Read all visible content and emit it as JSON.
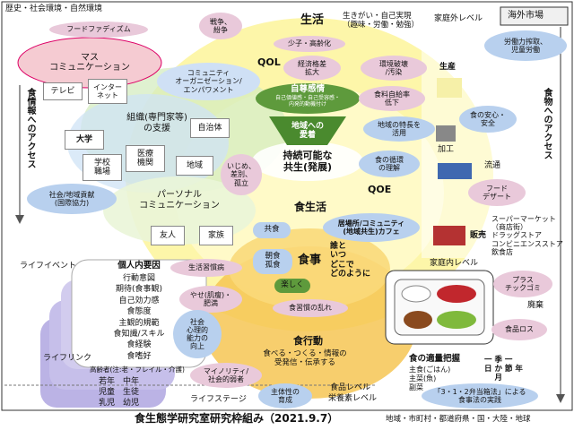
{
  "title": "食生態学研究室研究枠組み（2021.9.7）",
  "corners": {
    "top_left": "歴史・社会環境・自然環境",
    "top_right_header": "海外市場",
    "bottom_right": "地域・市町村・都道府県・国・大陸・地球"
  },
  "side_labels": {
    "left": "食情報へのアクセス",
    "right": "食物へのアクセス"
  },
  "upper_left": {
    "food_fadism": "フードファディズム",
    "mass_comm": "マス\nコミュニケーション",
    "tv": "テレビ",
    "internet": "インター\nネット",
    "community_org": "コミュニティ\nオーガニゼーション/\nエンパワメント",
    "org_support": "組織(専門家等)\nの支援",
    "university": "大学",
    "school": "学校\n職場",
    "medical": "医療\n機関",
    "local_gov": "自治体",
    "region": "地域",
    "social_contrib": "社会/地域貢献\n(国際協力)",
    "personal_comm": "パーソナル\nコミュニケーション",
    "friends": "友人",
    "family": "家族"
  },
  "center": {
    "war": "戦争、\n紛争",
    "life": "生活",
    "purpose": "生きがい・自己実現\n（趣味・労働・勉強）",
    "aging": "少子・高齢化",
    "qol": "QOL",
    "economic_gap": "経済格差\n拡大",
    "env_destruction": "環境破壊\n/汚染",
    "self_esteem": "自尊感情",
    "self_esteem_sub": "自己価値感・自己受容感・\n内発的動機付け",
    "self_sufficiency": "食料自給率\n低下",
    "local_love": "地域への\n愛着",
    "use_features": "地域の特長を\n活用",
    "bullying": "いじめ、\n差別、\n孤立",
    "sustainable": "持続可能な\n共生(発展)",
    "food_cycle": "食の循環\nの理解",
    "qoe": "QOE",
    "food_life": "食生活",
    "cafe": "居場所/コミュニティ\n(地域共生)カフェ",
    "kyoshoku": "共食",
    "koshoku": "朝食\n孤食",
    "meal": "食事",
    "who_when": "誰と\nいつ\nどこで\nどのように",
    "enjoy": "楽しく",
    "disorder": "食習慣の乱れ",
    "lifestyle_disease": "生活習慣病",
    "thin_obese": "やせ(肌瘦)・\n肥満",
    "social_psy": "社会\n心理的\n能力の\n向上",
    "food_behavior": "食行動",
    "eat_make": "食べる・つくる・情報の\n受発信・伝承する",
    "minority": "マイノリティ/\n社会的弱者",
    "agency": "主体性の\n育成",
    "food_level": "食品レベル",
    "nutrient_level": "栄養素レベル"
  },
  "personal": {
    "header": "個人内要因",
    "items": [
      "行動意図",
      "期待(食事観)",
      "自己効力感",
      "食態度",
      "主観的規範",
      "食知識/スキル",
      "食経験",
      "食嗜好"
    ]
  },
  "life_labels": {
    "life_event": "ライフイベント",
    "life_link": "ライフリンク",
    "life_stage": "ライフステージ",
    "elderly": "高齢者(注:老・フレイル・介護)",
    "young_mid": "若年　中年",
    "child_student": "児童　生徒",
    "infant_young": "乳児　幼児"
  },
  "right_side": {
    "outside_home": "家庭外レベル",
    "labor_exploit": "労働力搾取、\n児童労働",
    "production": "生産",
    "food_safety": "食の安心・\n安全",
    "processing": "加工",
    "distribution": "流通",
    "food_desert": "フード\nデザート",
    "stores": "スーパーマーケット\n（商店街）\nドラッグストア\nコンビニエンスストア\n飲食店",
    "sales": "販売",
    "home_level": "家庭内レベル",
    "plastic": "プラス\nチックゴミ",
    "waste": "廃棄",
    "food_loss": "食品ロス"
  },
  "portion": {
    "title": "食の適量把握",
    "lines": [
      "主食(ごはん)",
      "主菜(魚)",
      "副菜"
    ],
    "time_units": [
      "一 季 一",
      "日 か 節 年",
      "　 月"
    ],
    "practice": "「3・1・2弁当箱法」による\n食事法の実践"
  },
  "colors": {
    "yellow": "#fdf5a0",
    "green": "#5e9a3c",
    "blue_cloud": "#b8d0ee",
    "pink_cloud": "#e9c9da",
    "purple": "#cdc5ec",
    "orange": "#f6c653"
  }
}
